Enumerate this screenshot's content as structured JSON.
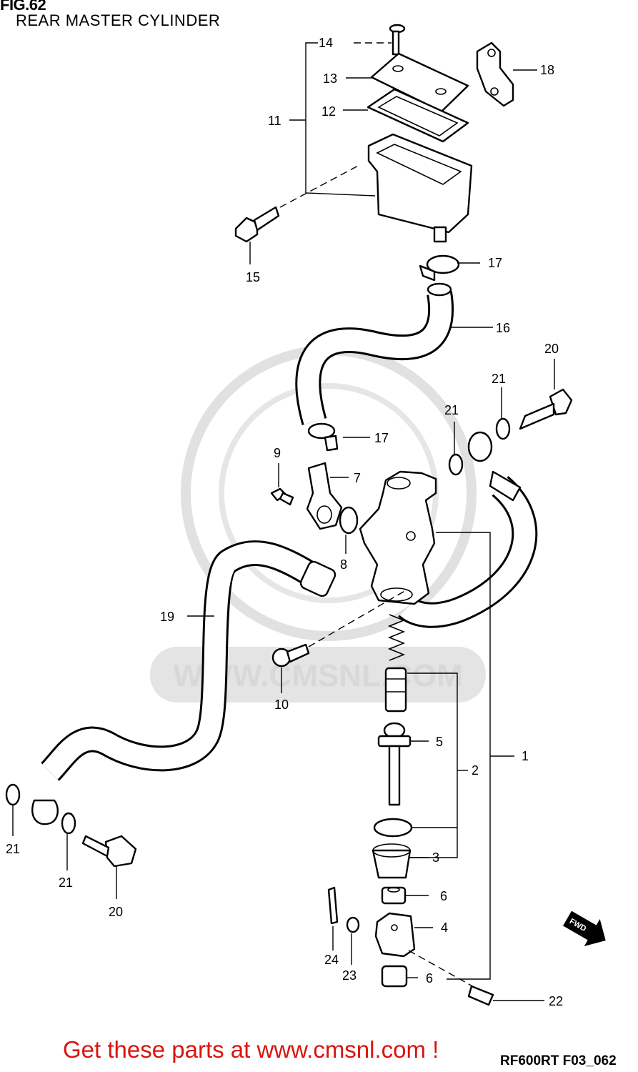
{
  "figure": {
    "label": "FIG.62",
    "title": "REAR MASTER CYLINDER"
  },
  "watermark": {
    "text": "WWW.CMSNL.COM"
  },
  "direction_badge": "FWD",
  "callouts": [
    "14",
    "18",
    "13",
    "12",
    "11",
    "15",
    "17",
    "16",
    "20",
    "21",
    "21",
    "17",
    "9",
    "7",
    "8",
    "19",
    "10",
    "5",
    "2",
    "1",
    "21",
    "21",
    "20",
    "3",
    "6",
    "4",
    "24",
    "23",
    "6",
    "22"
  ],
  "footer": {
    "link_text": "Get these parts at www.cmsnl.com !",
    "drawing_code": "RF600RT F03_062"
  }
}
